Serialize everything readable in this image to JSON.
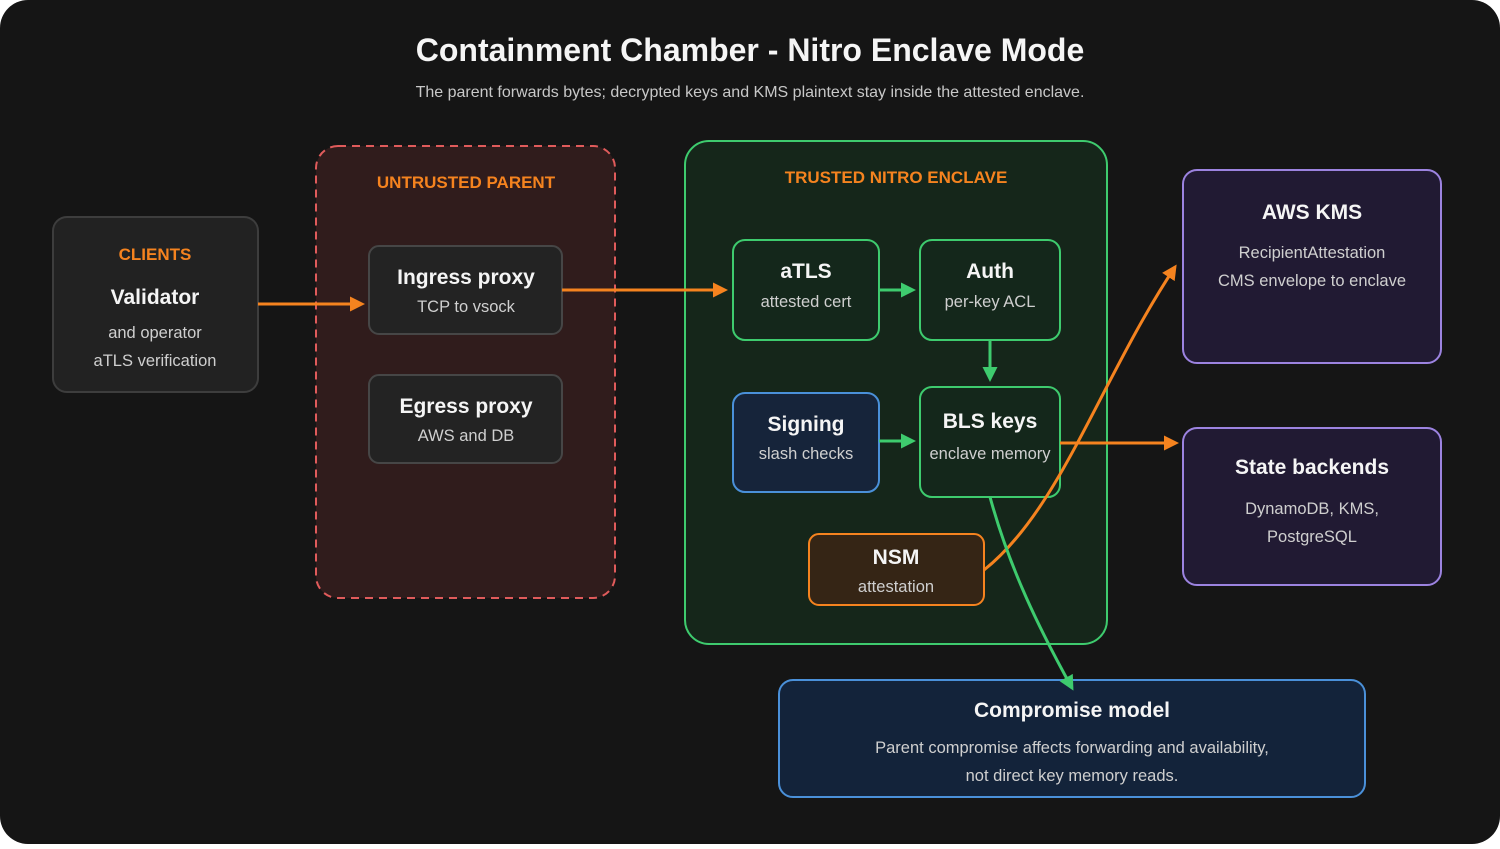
{
  "title": "Containment Chamber - Nitro Enclave Mode",
  "subtitle": "The parent forwards bytes; decrypted keys and KMS plaintext stay inside the attested enclave.",
  "colors": {
    "background": "#151515",
    "orange": "#f5831f",
    "green": "#3ecb6e",
    "blue": "#4a90d9",
    "purple": "#9c83e0",
    "red_dashed": "#e05b5b"
  },
  "clients": {
    "section_label": "CLIENTS",
    "name": "Validator",
    "line1": "and operator",
    "line2": "aTLS verification"
  },
  "untrusted_parent": {
    "section_label": "UNTRUSTED PARENT",
    "ingress": {
      "name": "Ingress proxy",
      "detail": "TCP to vsock"
    },
    "egress": {
      "name": "Egress proxy",
      "detail": "AWS and DB"
    }
  },
  "enclave": {
    "section_label": "TRUSTED NITRO ENCLAVE",
    "atls": {
      "name": "aTLS",
      "detail": "attested cert"
    },
    "auth": {
      "name": "Auth",
      "detail": "per-key ACL"
    },
    "signing": {
      "name": "Signing",
      "detail": "slash checks"
    },
    "bls": {
      "name": "BLS keys",
      "detail": "enclave memory"
    },
    "nsm": {
      "name": "NSM",
      "detail": "attestation"
    }
  },
  "aws_kms": {
    "name": "AWS KMS",
    "line1": "RecipientAttestation",
    "line2": "CMS envelope to enclave"
  },
  "state_backends": {
    "name": "State backends",
    "line1": "DynamoDB, KMS,",
    "line2": "PostgreSQL"
  },
  "compromise": {
    "name": "Compromise model",
    "line1": "Parent compromise affects forwarding and availability,",
    "line2": "not direct key memory reads."
  },
  "icons": {
    "flow_arrow": "arrow-right-icon",
    "down_arrow": "arrow-down-icon"
  }
}
